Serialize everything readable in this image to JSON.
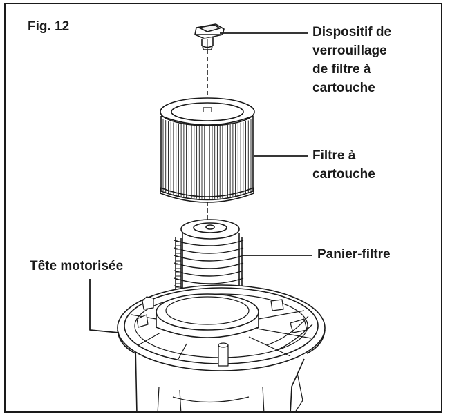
{
  "figure": {
    "label": "Fig. 12",
    "callouts": {
      "lock": {
        "lines": [
          "Dispositif de",
          "verrouillage",
          "de filtre à",
          "cartouche"
        ]
      },
      "cartridge_filter": {
        "lines": [
          "Filtre à",
          "cartouche"
        ]
      },
      "basket": {
        "lines": [
          "Panier-filtre"
        ]
      },
      "motor_head": {
        "lines": [
          "Tête motorisée"
        ]
      }
    }
  }
}
